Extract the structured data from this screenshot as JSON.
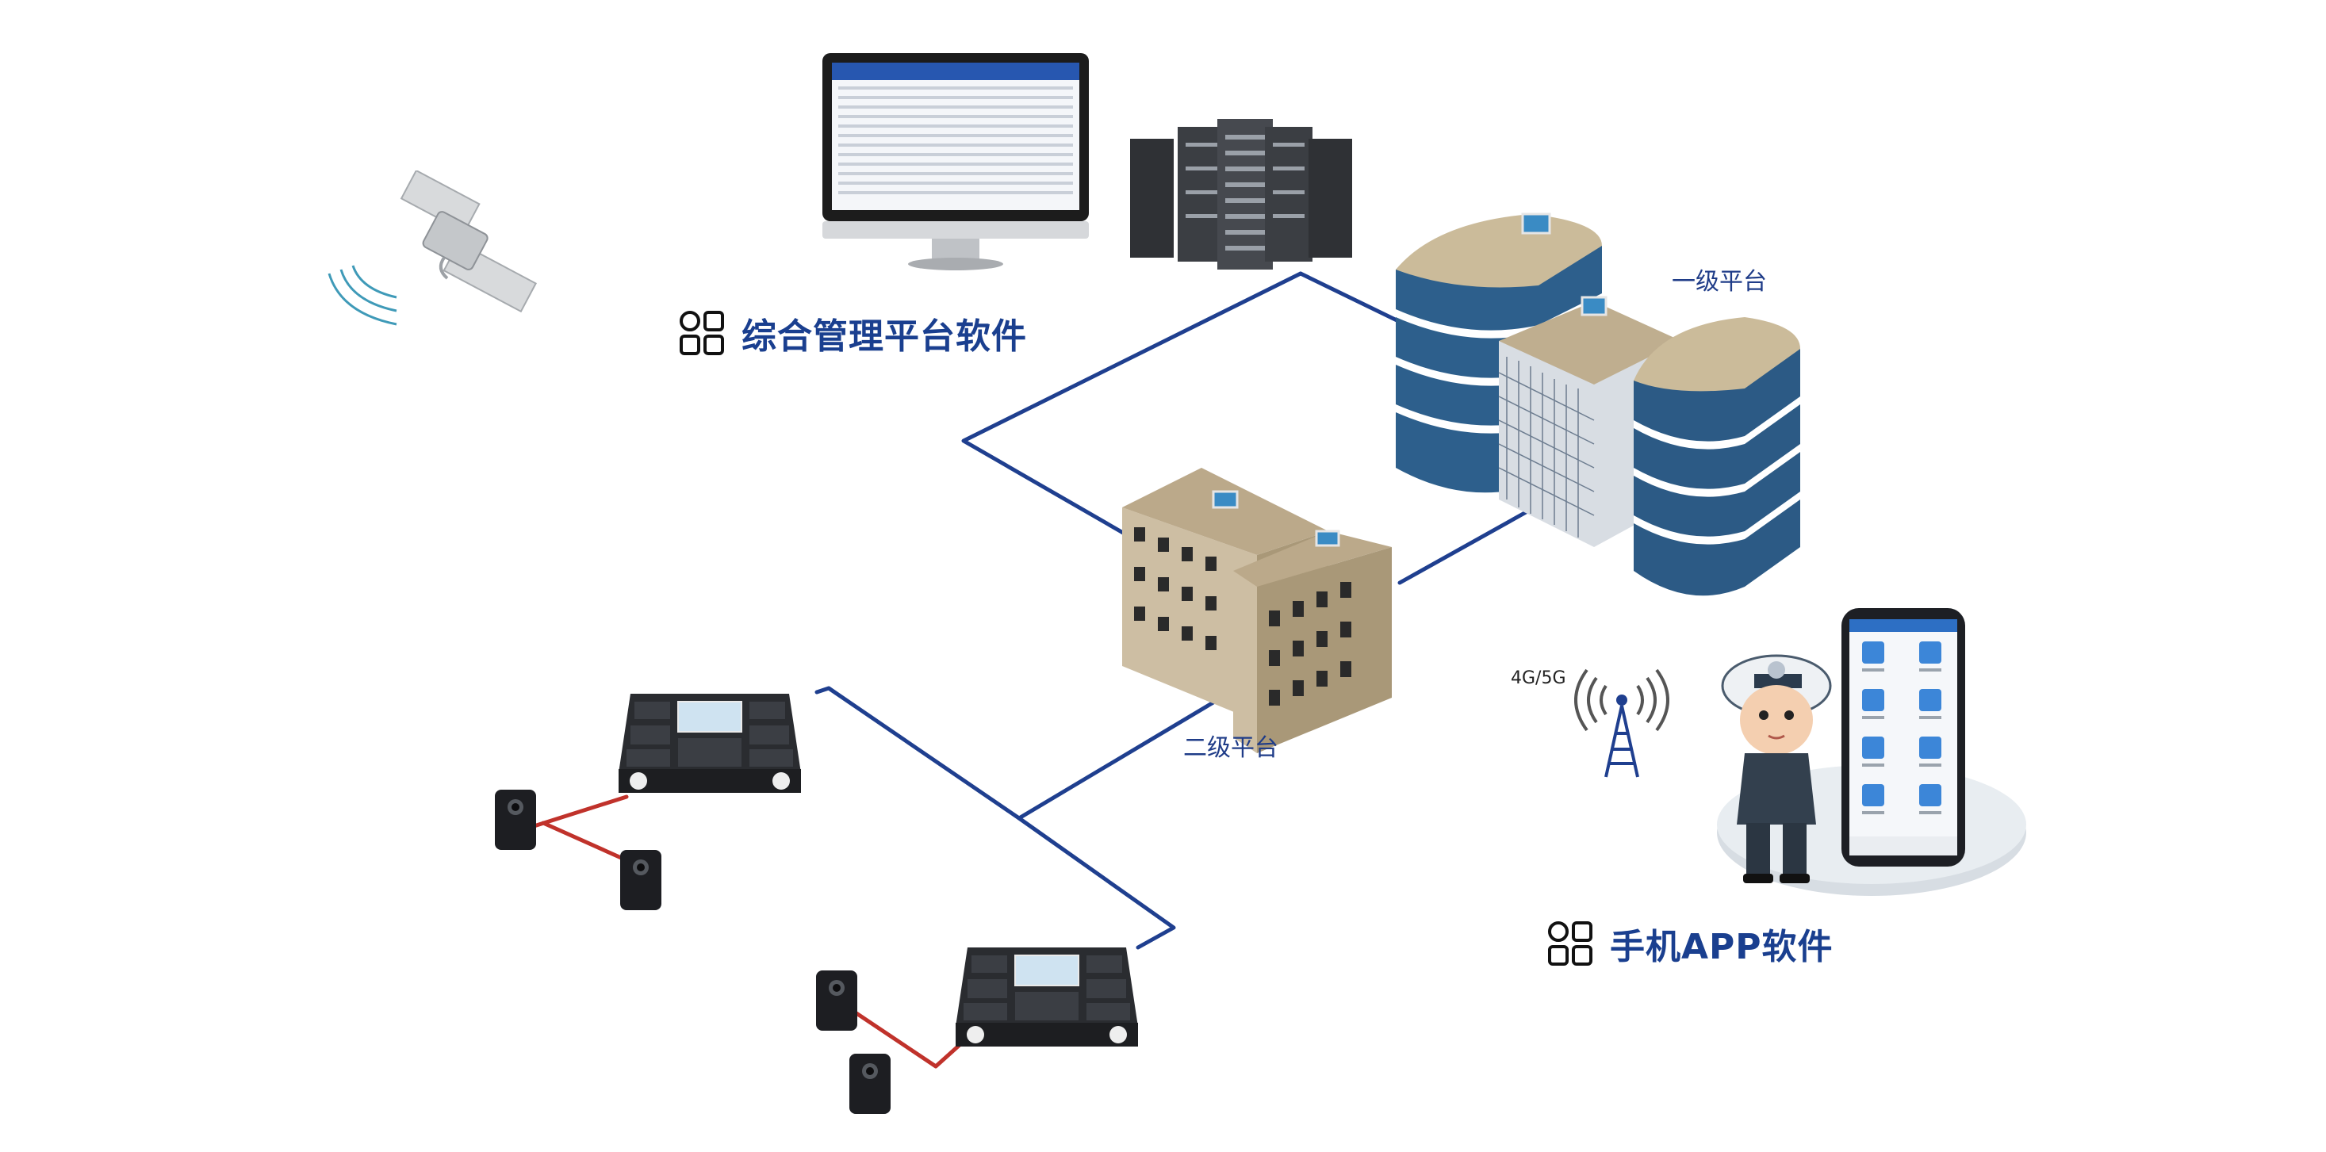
{
  "headings": {
    "management_software": "综合管理平台软件",
    "mobile_app": "手机APP软件"
  },
  "labels": {
    "level1_platform": "一级平台",
    "level2_platform": "二级平台",
    "network": "4G/5G"
  },
  "colors": {
    "link_blue": "#1f3f8f",
    "link_red": "#c0322b",
    "heading_blue": "#1a3f8f",
    "building_blue": "#2c5a85",
    "building_tan": "#c8b79a"
  },
  "icons": [
    "satellite-icon",
    "monitor-icon",
    "server-rack-icon",
    "building-icon",
    "cell-tower-icon",
    "police-officer-icon",
    "smartphone-icon",
    "docking-station-icon",
    "body-camera-icon",
    "app-grid-icon"
  ]
}
